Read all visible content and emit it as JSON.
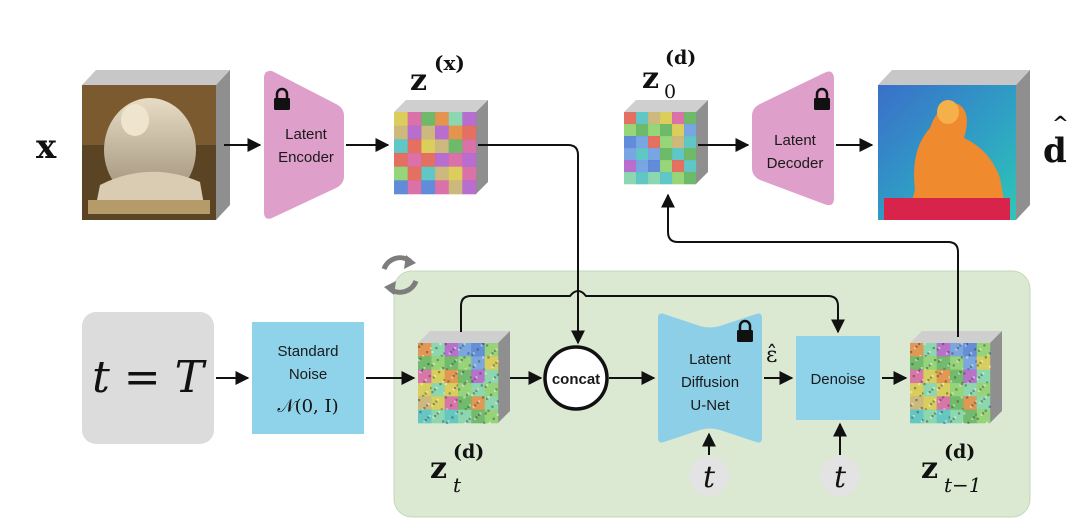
{
  "colors": {
    "panel_bg": "#dbe8d2",
    "panel_border": "#b9cfac",
    "encoder_fill": "#df9fcb",
    "unet_fill": "#8ecfe8",
    "box_fill": "#8fd3ea",
    "timestep_fill": "#dcdcdc",
    "token_fill": "#e6e6e6",
    "arrow": "#111111"
  },
  "icons": {
    "lock": "lock-icon",
    "refresh": "refresh-cycle-icon"
  },
  "labels": {
    "x": "x",
    "d_hat": "d",
    "z_x_base": "z",
    "z_x_sup": "(x)",
    "z0_base": "z",
    "z0_sup": "(d)",
    "z0_sub": "0",
    "zt_base": "z",
    "zt_sup": "(d)",
    "zt_sub": "t",
    "zt1_base": "z",
    "zt1_sup": "(d)",
    "zt1_sub": "t−1",
    "encoder_line1": "Latent",
    "encoder_line2": "Encoder",
    "decoder_line1": "Latent",
    "decoder_line2": "Decoder",
    "timestep": "t = T",
    "noise_line1": "Standard",
    "noise_line2": "Noise",
    "noise_formula": "𝒩(0, I)",
    "concat": "concat",
    "unet_line1": "Latent",
    "unet_line2": "Diffusion",
    "unet_line3": "U-Net",
    "denoise": "Denoise",
    "epsilon_hat": "ε̂",
    "t_unet": "t",
    "t_denoise": "t"
  }
}
